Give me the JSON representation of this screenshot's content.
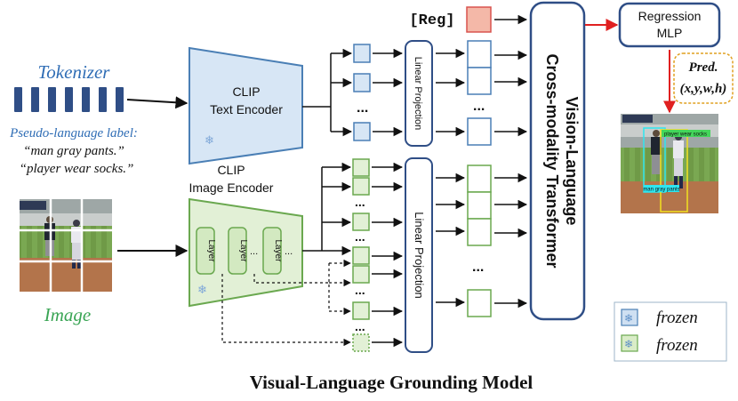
{
  "title": "Visual-Language Grounding Model",
  "tokenizer": "Tokenizer",
  "pseudo_label": {
    "heading": "Pseudo-language label:",
    "line1": "“man gray pants.”",
    "line2": "“player wear socks.”"
  },
  "image_label": "Image",
  "text_encoder": {
    "line1": "CLIP",
    "line2": "Text Encoder"
  },
  "image_encoder": {
    "line1": "CLIP",
    "line2": "Image Encoder"
  },
  "layer_label": "Layer",
  "linear_projection": "Linear Projection",
  "reg_token": "[Reg]",
  "transformer": {
    "line1": "Vision-Language",
    "line2": "Cross-modality Transformer"
  },
  "regression": {
    "line1": "Regression",
    "line2": "MLP"
  },
  "pred": {
    "line1": "Pred.",
    "line2": "(x,y,w,h)"
  },
  "ellipsis": "...",
  "legend": [
    {
      "text": "frozen",
      "color": "#cfe0f2",
      "border": "#4a7fb5"
    },
    {
      "text": "frozen",
      "color": "#d9ecc7",
      "border": "#6aa84f"
    }
  ],
  "result_image": {
    "label_a": "player wear socks",
    "label_b": "man gray pants"
  },
  "colors": {
    "blue_fill": "#d7e6f5",
    "blue_border": "#4a7fb5",
    "green_fill": "#e2f0d6",
    "green_border": "#6aa84f",
    "reg_fill": "#f4b8a8",
    "reg_border": "#d9534f",
    "navy": "#2f4e86",
    "red_arrow": "#e02020",
    "tokenizer_text": "#2f6db5",
    "image_text": "#3aa555",
    "pred_border": "#e0a020"
  }
}
